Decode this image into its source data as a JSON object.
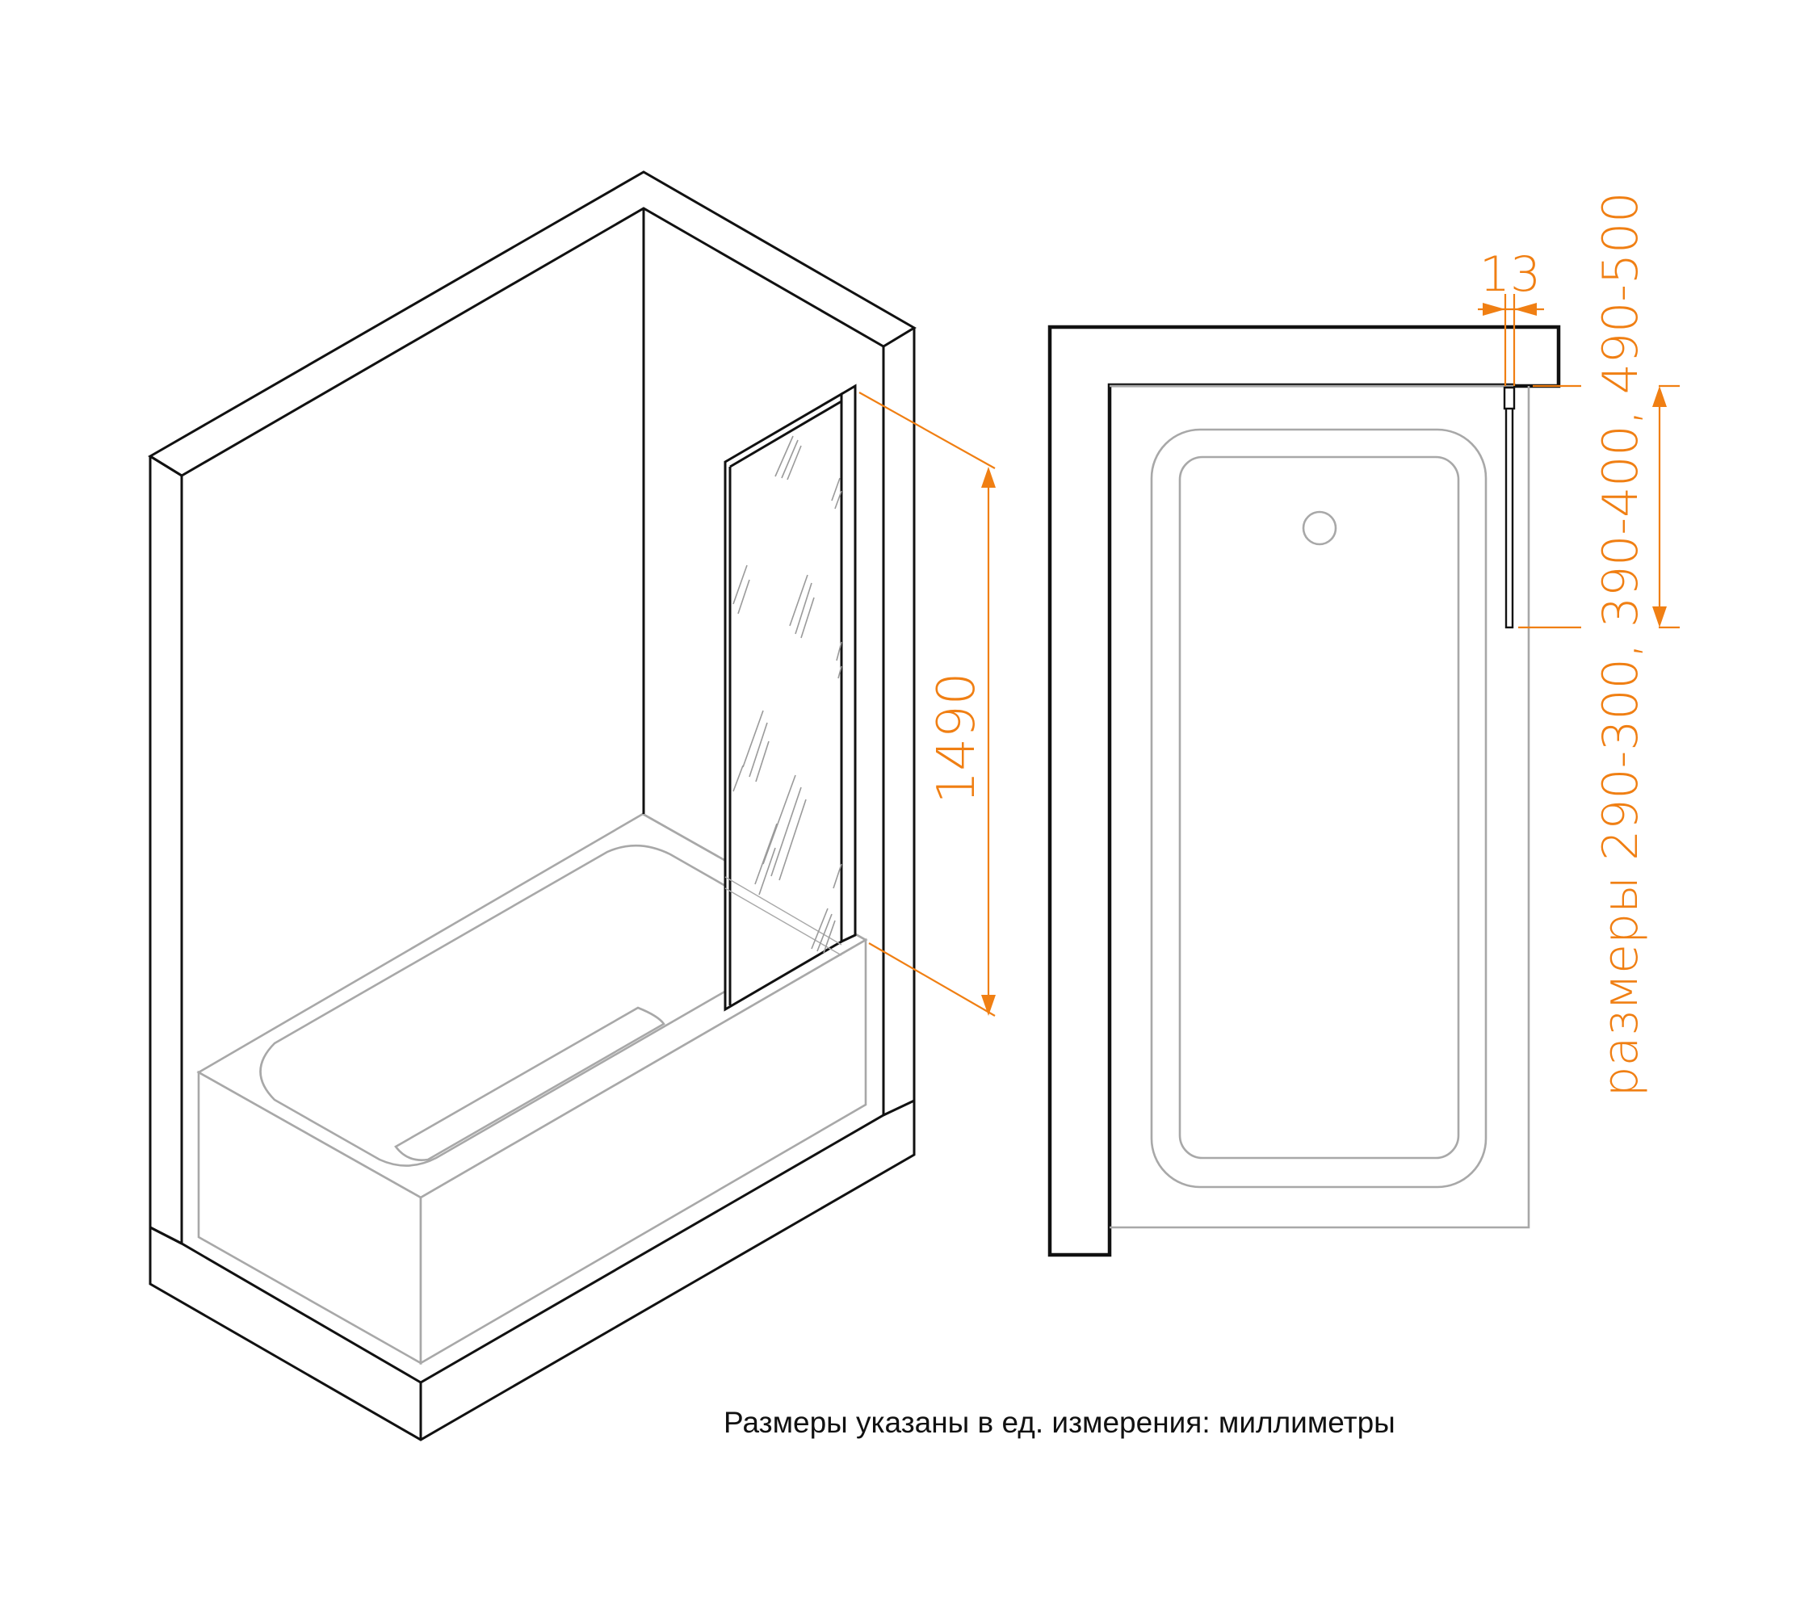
{
  "dimensions": {
    "height_label": "1490",
    "profile_label": "13",
    "width_label": "размеры 290-300, 390-400, 490-500"
  },
  "note": "Размеры указаны в ед. измерения: миллиметры",
  "colors": {
    "accent": "#f07f13",
    "outline": "#111111",
    "bathtub": "#a8a8a8"
  }
}
